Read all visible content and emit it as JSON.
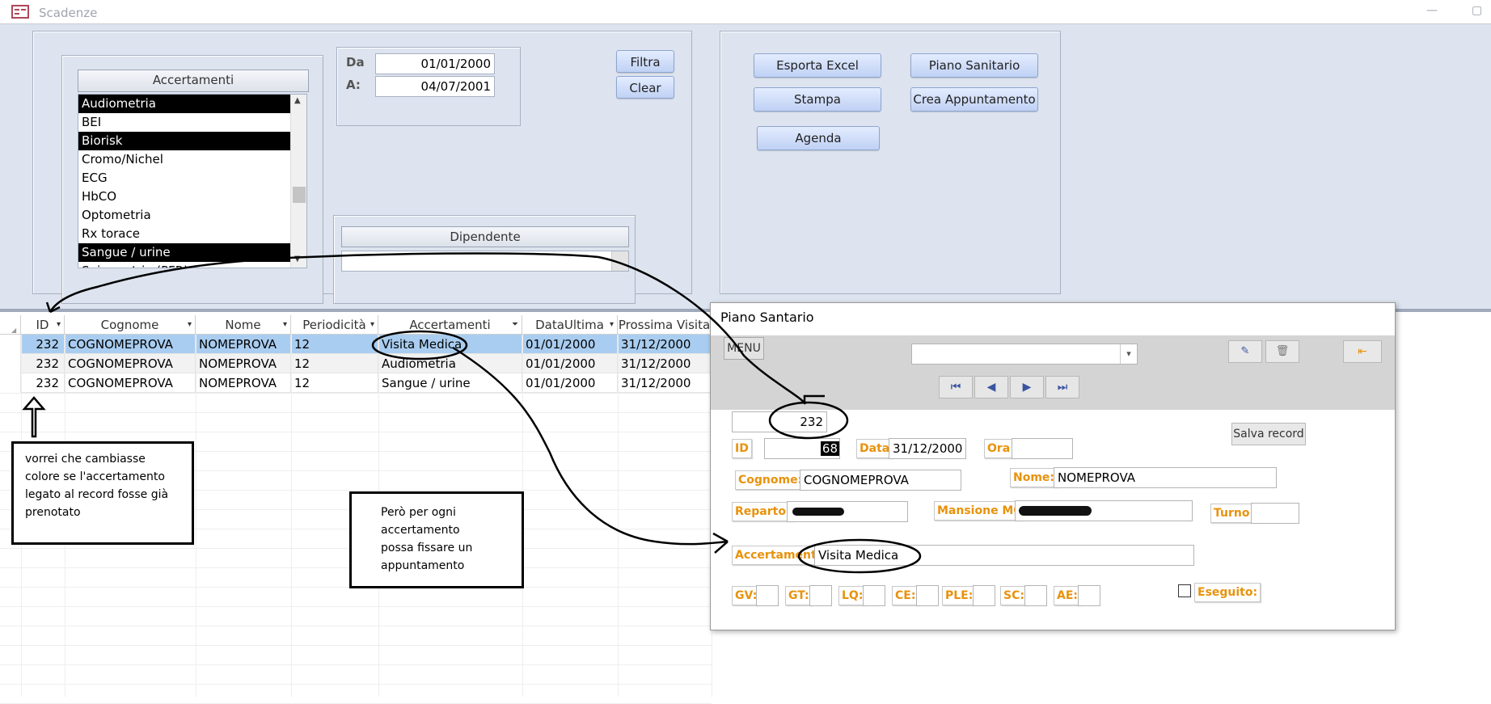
{
  "window": {
    "title": "Scadenze",
    "minimize": "—",
    "restore": "▢"
  },
  "filters": {
    "accertamenti_header": "Accertamenti",
    "accertamenti_items": [
      {
        "label": "Audiometria",
        "selected": true
      },
      {
        "label": "BEI",
        "selected": false
      },
      {
        "label": "Biorisk",
        "selected": true
      },
      {
        "label": "Cromo/Nichel",
        "selected": false
      },
      {
        "label": "ECG",
        "selected": false
      },
      {
        "label": "HbCO",
        "selected": false
      },
      {
        "label": "Optometria",
        "selected": false
      },
      {
        "label": "Rx torace",
        "selected": false
      },
      {
        "label": "Sangue / urine",
        "selected": true
      },
      {
        "label": "Spirometria (PFR)",
        "selected": false
      }
    ],
    "da_label": "Da",
    "da_value": "01/01/2000",
    "a_label": "A:",
    "a_value": "04/07/2001",
    "filtra": "Filtra",
    "clear": "Clear",
    "dipendente_header": "Dipendente",
    "dipendente_value": ""
  },
  "actions": {
    "esporta_excel": "Esporta Excel",
    "piano_sanitario": "Piano Sanitario",
    "stampa": "Stampa",
    "crea_appuntamento": "Crea Appuntamento",
    "agenda": "Agenda"
  },
  "grid": {
    "columns": [
      "ID",
      "Cognome",
      "Nome",
      "Periodicità",
      "Accertamenti",
      "DataUltima",
      "Prossima Visita"
    ],
    "rows": [
      [
        "232",
        "COGNOMEPROVA",
        "NOMEPROVA",
        "12",
        "Visita Medica",
        "01/01/2000",
        "31/12/2000"
      ],
      [
        "232",
        "COGNOMEPROVA",
        "NOMEPROVA",
        "12",
        "Audiometria",
        "01/01/2000",
        "31/12/2000"
      ],
      [
        "232",
        "COGNOMEPROVA",
        "NOMEPROVA",
        "12",
        "Sangue / urine",
        "01/01/2000",
        "31/12/2000"
      ]
    ]
  },
  "popup": {
    "title": "Piano Santario",
    "menu": "MENU",
    "combo_value": "",
    "record_id": "232",
    "salva_record": "Salva record",
    "id_label": "ID",
    "id_value": "68",
    "data_label": "Data",
    "data_value": "31/12/2000",
    "ora_label": "Ora",
    "ora_value": "",
    "cognome_label": "Cognome:",
    "cognome_value": "COGNOMEPROVA",
    "nome_label": "Nome:",
    "nome_value": "NOMEPROVA",
    "reparto_label": "Reparto:",
    "mansione_label": "Mansione MC",
    "turno_label": "Turno:",
    "accertamento_label": "Accertamento",
    "accertamento_value": "Visita Medica",
    "small_labels": [
      "GV:",
      "GT:",
      "LQ:",
      "CE:",
      "PLE:",
      "SC:",
      "AE:"
    ],
    "eseguito_label": "Eseguito:"
  },
  "annotations": {
    "note1": "vorrei che cambiasse colore se l'accertamento legato al record fosse già prenotato",
    "note2": "Però per ogni accertamento possa fissare un appuntamento"
  }
}
